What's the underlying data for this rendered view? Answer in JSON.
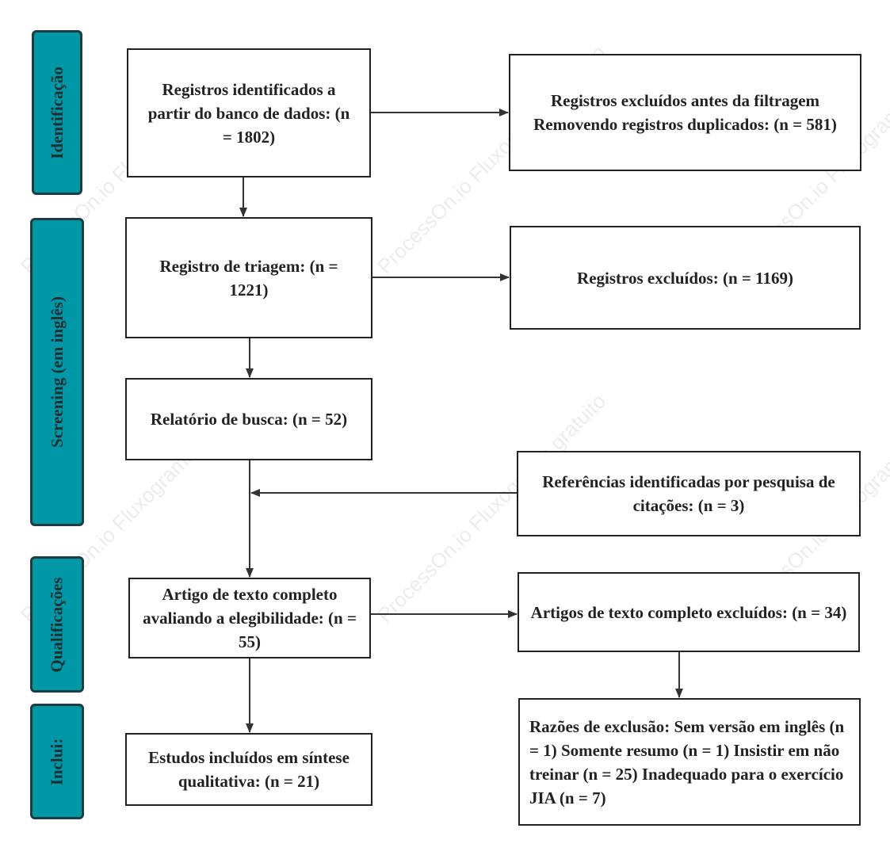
{
  "stages": {
    "identification": "Identificação",
    "screening": "Screening (em inglês)",
    "qualifications": "Qualificações",
    "included": "Inclui:"
  },
  "boxes": {
    "identified": "Registros identificados a partir do banco de dados: (n = 1802)",
    "excluded_before": "Registros excluídos antes da filtragem Removendo registros duplicados: (n = 581)",
    "screened": "Registro de triagem: (n = 1221)",
    "excluded": "Registros excluídos: (n = 1169)",
    "search_report": "Relatório de busca: (n = 52)",
    "citation_search": "Referências identificadas por pesquisa de citações: (n = 3)",
    "fulltext_assessed": "Artigo de texto completo avaliando a elegibilidade: (n = 55)",
    "fulltext_excluded": "Artigos de texto completo excluídos: (n = 34)",
    "included_studies": "Estudos incluídos em síntese qualitativa: (n = 21)",
    "exclusion_reasons": "Razões de exclusão: Sem versão em inglês (n = 1) Somente resumo (n = 1) Insistir em não treinar (n = 25) Inadequado para o exercício JIA (n = 7)"
  },
  "watermark": "ProcessOn.io Fluxograma gratuito",
  "colors": {
    "stage_fill": "#0097a7",
    "stage_border": "#1f3a40",
    "line": "#333333"
  }
}
